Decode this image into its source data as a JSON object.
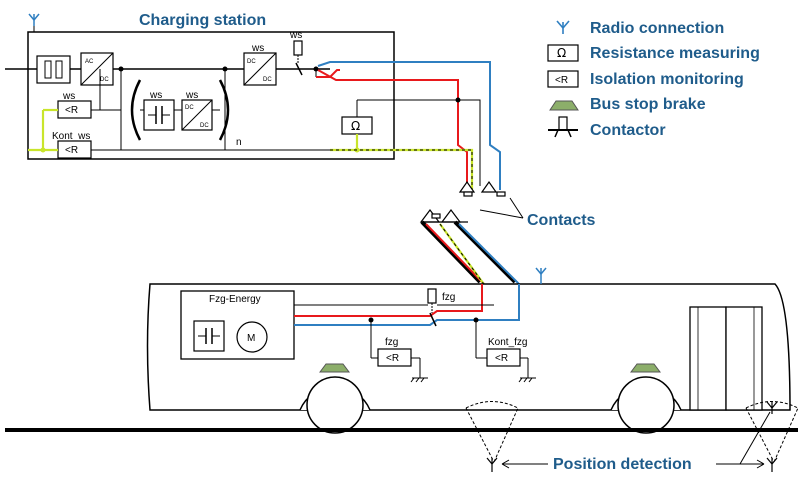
{
  "colors": {
    "title": "#1f5c8b",
    "positive_line": "#e8191c",
    "negative_line": "#2f7fc1",
    "ground_line": "#c9e52b",
    "antenna": "#2f7fc1",
    "brake": "#8cae6a"
  },
  "charging_station": {
    "title": "Charging station",
    "ws_labels": [
      "ws",
      "ws",
      "ws",
      "ws"
    ],
    "isolation_label": "<R",
    "kont_label": "Kont_ws",
    "kont_isolation_label": "<R",
    "resistance_label": "Ω",
    "converter_ac": "AC",
    "converter_dc": "DC",
    "n_label": "n"
  },
  "legend": {
    "items": [
      {
        "icon": "radio-connection-icon",
        "label": "Radio connection"
      },
      {
        "icon": "resistance-measuring-icon",
        "symbol": "Ω",
        "label": "Resistance measuring"
      },
      {
        "icon": "isolation-monitoring-icon",
        "symbol": "<R",
        "label": "Isolation monitoring"
      },
      {
        "icon": "bus-stop-brake-icon",
        "label": "Bus stop brake"
      },
      {
        "icon": "contactor-icon",
        "label": "Contactor"
      }
    ]
  },
  "contacts_label": "Contacts",
  "bus": {
    "energy_label": "Fzg-Energy",
    "motor_label": "M",
    "fzg_contactor_label": "fzg",
    "fzg_isolation_label": "fzg",
    "fzg_isolation_symbol": "<R",
    "kont_fzg_label": "Kont_fzg",
    "kont_fzg_symbol": "<R"
  },
  "position_detection_label": "Position detection"
}
